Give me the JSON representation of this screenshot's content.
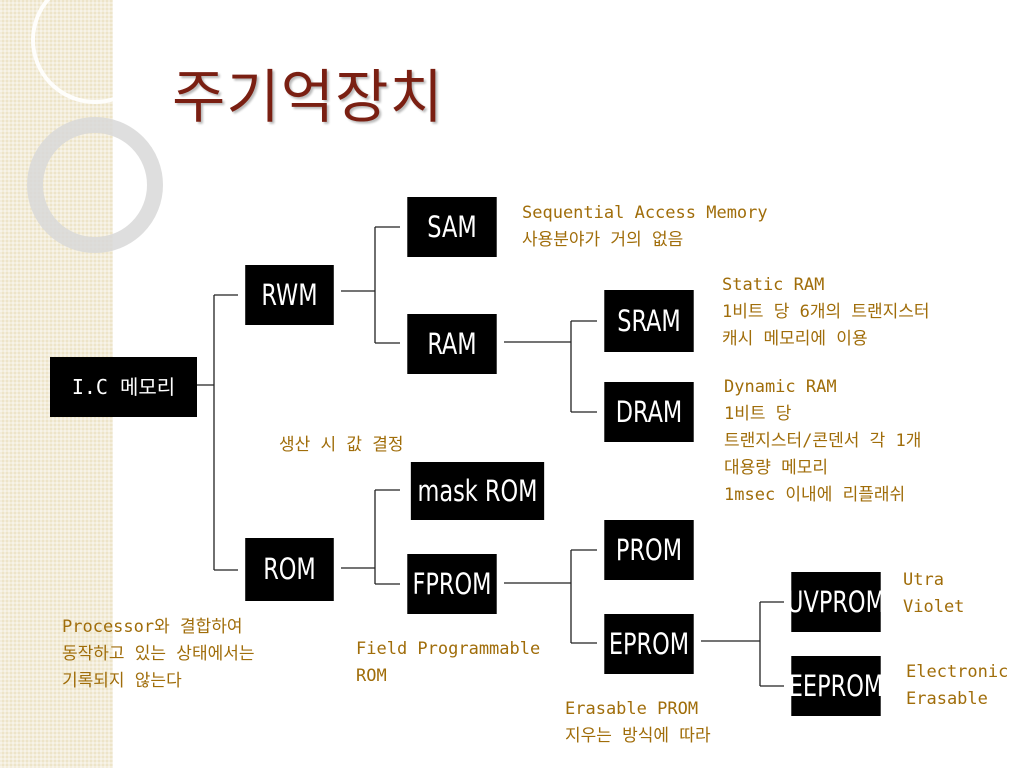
{
  "title": "주기억장치",
  "nodes": {
    "ic_memory": "I.C 메모리",
    "rwm": "RWM",
    "rom": "ROM",
    "sam": "SAM",
    "ram": "RAM",
    "sram": "SRAM",
    "dram": "DRAM",
    "mask_rom": "mask ROM",
    "fprom": "FPROM",
    "prom": "PROM",
    "eprom": "EPROM",
    "uvprom": "UVPROM",
    "eeprom": "EEPROM"
  },
  "notes": {
    "sam": [
      "Sequential Access Memory",
      "사용분야가 거의 없음"
    ],
    "sram": [
      "Static RAM",
      "1비트 당 6개의 트랜지스터",
      "캐시 메모리에 이용"
    ],
    "dram": [
      "Dynamic RAM",
      "1비트 당",
      "트랜지스터/콘덴서 각 1개",
      "대용량 메모리",
      "1msec 이내에 리플래쉬"
    ],
    "mask_rom": [
      "생산 시 값 결정"
    ],
    "rom": [
      "Processor와 결합하여",
      "동작하고 있는 상태에서는",
      "기록되지 않는다"
    ],
    "fprom": [
      "Field Programmable",
      "ROM"
    ],
    "eprom": [
      "Erasable PROM",
      "지우는 방식에 따라"
    ],
    "uvprom": [
      "Utra",
      "Violet"
    ],
    "eeprom": [
      "Electronic",
      "Erasable"
    ]
  }
}
